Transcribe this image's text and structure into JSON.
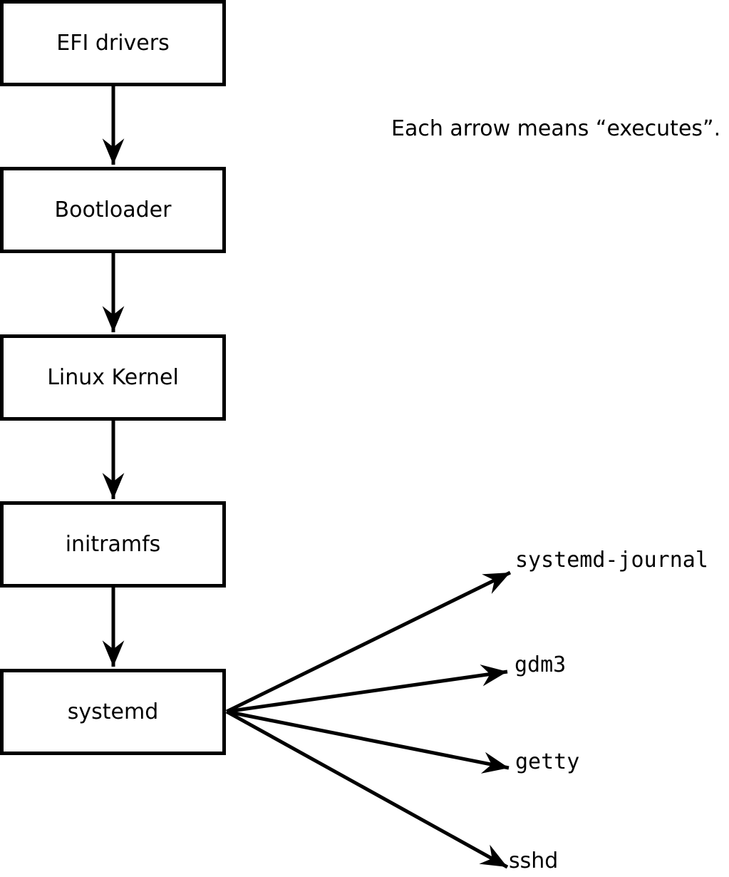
{
  "note": "Each arrow means “executes”.",
  "boxes": [
    {
      "label": "EFI drivers"
    },
    {
      "label": "Bootloader"
    },
    {
      "label": "Linux Kernel"
    },
    {
      "label": "initramfs"
    },
    {
      "label": "systemd"
    }
  ],
  "leaves": [
    {
      "label": "systemd-journal"
    },
    {
      "label": "gdm3"
    },
    {
      "label": "getty"
    },
    {
      "label": "sshd"
    }
  ],
  "edges": [
    {
      "from": "EFI drivers",
      "to": "Bootloader"
    },
    {
      "from": "Bootloader",
      "to": "Linux Kernel"
    },
    {
      "from": "Linux Kernel",
      "to": "initramfs"
    },
    {
      "from": "initramfs",
      "to": "systemd"
    },
    {
      "from": "systemd",
      "to": "systemd-journal"
    },
    {
      "from": "systemd",
      "to": "gdm3"
    },
    {
      "from": "systemd",
      "to": "getty"
    },
    {
      "from": "systemd",
      "to": "sshd"
    }
  ],
  "colors": {
    "line": "#000000",
    "background": "#ffffff",
    "box_fill": "#ffffff"
  }
}
